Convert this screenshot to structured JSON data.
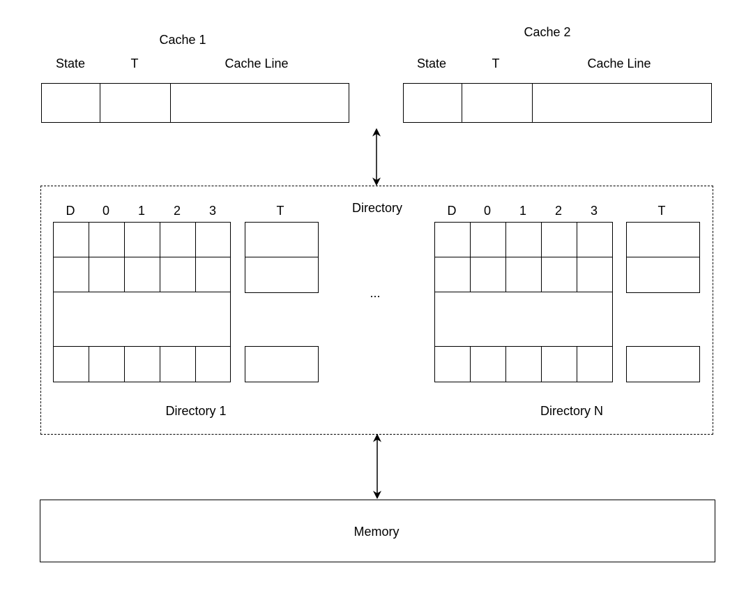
{
  "caches": [
    {
      "title": "Cache 1",
      "columns": {
        "state": "State",
        "tag": "T",
        "line": "Cache Line"
      }
    },
    {
      "title": "Cache 2",
      "columns": {
        "state": "State",
        "tag": "T",
        "line": "Cache Line"
      }
    }
  ],
  "directory": {
    "title": "Directory",
    "ellipsis": "...",
    "units": [
      {
        "name": "Directory 1",
        "bit_headers": [
          "D",
          "0",
          "1",
          "2",
          "3"
        ],
        "tag_header": "T"
      },
      {
        "name": "Directory N",
        "bit_headers": [
          "D",
          "0",
          "1",
          "2",
          "3"
        ],
        "tag_header": "T"
      }
    ]
  },
  "memory": {
    "label": "Memory"
  },
  "colors": {
    "stroke": "#000000",
    "background": "#ffffff"
  }
}
